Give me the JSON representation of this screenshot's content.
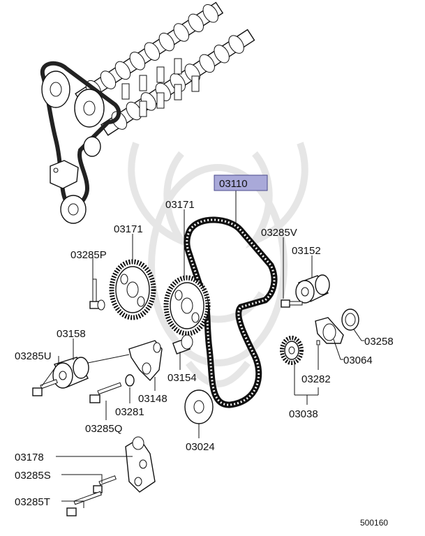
{
  "diagram": {
    "highlighted_part": "03110",
    "figure_number": "500160",
    "labels": {
      "p03110": "03110",
      "p03171_top": "03171",
      "p03171_left": "03171",
      "p03285V": "03285V",
      "p03152": "03152",
      "p03285P": "03285P",
      "p03158": "03158",
      "p03285U": "03285U",
      "p03258": "03258",
      "p03064": "03064",
      "p03154": "03154",
      "p03148": "03148",
      "p03281": "03281",
      "p03282": "03282",
      "p03285Q": "03285Q",
      "p03038": "03038",
      "p03024": "03024",
      "p03178": "03178",
      "p03285S": "03285S",
      "p03285T": "03285T"
    },
    "colors": {
      "highlight_fill": "#a9a9d9",
      "highlight_border": "#4a4a8c",
      "line": "#111111",
      "watermark": "#e6e6e6"
    }
  }
}
